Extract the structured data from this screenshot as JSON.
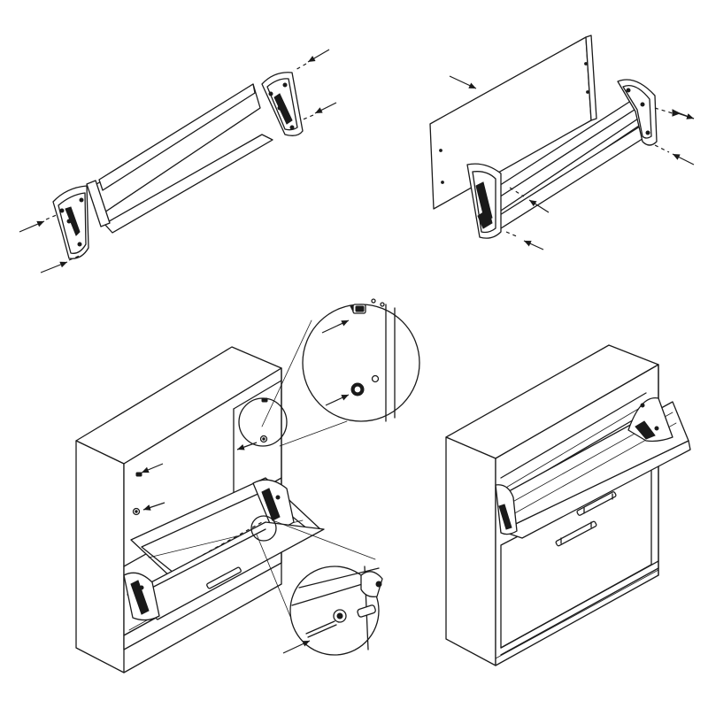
{
  "figure": {
    "kind": "assembly-instruction-drawing",
    "line_color": "#1a1a1a",
    "background": "#ffffff"
  },
  "steps": [
    {
      "name": "step-1-attach-hinges-to-flap-tray",
      "icon": "hinge-bracket-icon"
    },
    {
      "name": "step-2-attach-front-panel-to-tray",
      "icon": "front-panel-icon"
    },
    {
      "name": "step-3-install-flap-into-cabinet",
      "icon": "cam-fitting-icon"
    },
    {
      "name": "step-4-finished-cabinet-flap-open",
      "icon": "shoe-cabinet-icon"
    }
  ]
}
